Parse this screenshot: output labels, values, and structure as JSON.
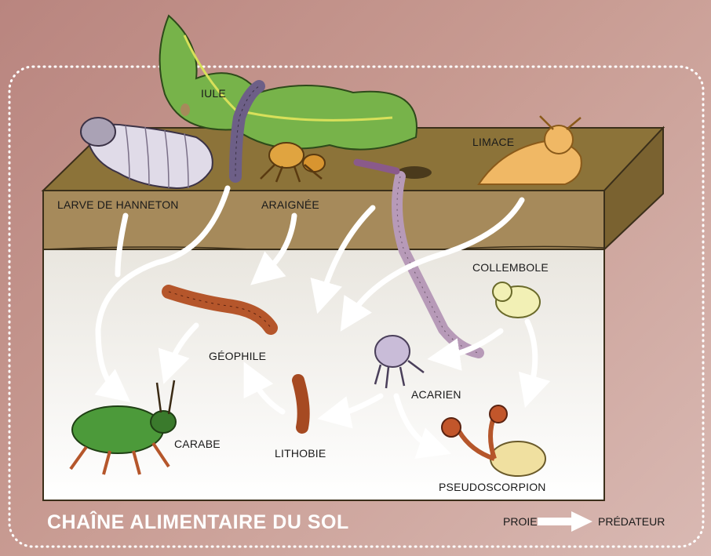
{
  "title": "CHAÎNE ALIMENTAIRE DU SOL",
  "legend": {
    "prey": "PROIE",
    "predator": "PRÉDATEUR"
  },
  "organisms": {
    "iule": "IULE",
    "limace": "LIMACE",
    "larve": "LARVE DE HANNETON",
    "araignee": "ARAIGNÉE",
    "collembole": "COLLEMBOLE",
    "geophile": "GÉOPHILE",
    "acarien": "ACARIEN",
    "carabe": "CARABE",
    "lithobie": "LITHOBIE",
    "pseudoscorpion": "PSEUDOSCORPION"
  },
  "colors": {
    "soil": "#a68a5b",
    "topsoil": "#8c7339",
    "underground": "#f5f4f0",
    "arrow": "#ffffff",
    "title": "#ffffff"
  }
}
